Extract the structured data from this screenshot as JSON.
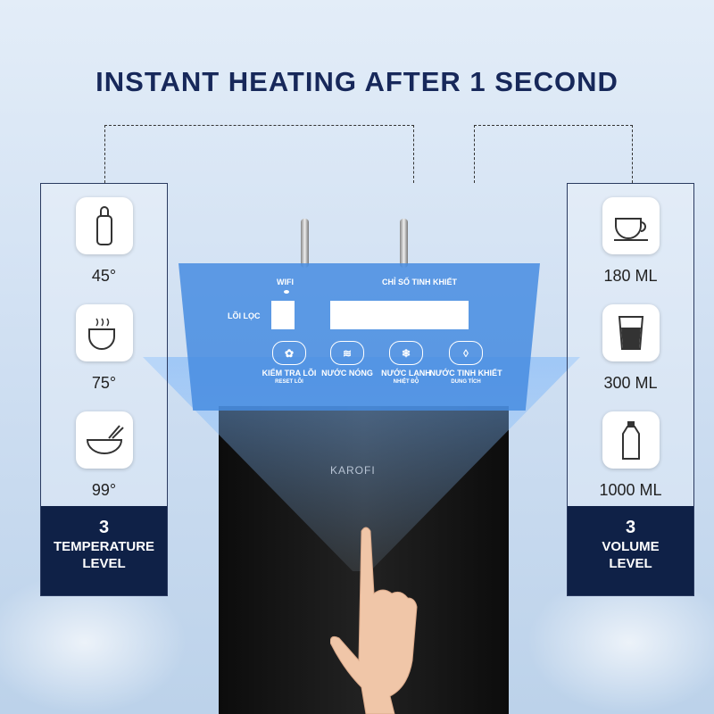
{
  "title": "INSTANT HEATING AFTER 1 SECOND",
  "left_box": {
    "items": [
      {
        "icon": "baby-bottle-icon",
        "label": "45°"
      },
      {
        "icon": "tea-cup-icon",
        "label": "75°"
      },
      {
        "icon": "noodle-bowl-icon",
        "label": "99°"
      }
    ],
    "number": "3",
    "caption_1": "TEMPERATURE",
    "caption_2": "LEVEL"
  },
  "right_box": {
    "items": [
      {
        "icon": "cup-icon",
        "label": "180 ML"
      },
      {
        "icon": "glass-icon",
        "label": "300 ML"
      },
      {
        "icon": "water-bottle-icon",
        "label": "1000 ML"
      }
    ],
    "number": "3",
    "caption_1": "VOLUME",
    "caption_2": "LEVEL"
  },
  "panel": {
    "wifi": "WIFI",
    "purity": "CHỈ SỐ TINH KHIẾT",
    "filter": "LÕI LỌC",
    "buttons": [
      {
        "label": "KIỂM TRA LÕI",
        "sub": "RESET LÕI",
        "glyph": "✿"
      },
      {
        "label": "NƯỚC NÓNG",
        "sub": "",
        "glyph": "≋"
      },
      {
        "label": "NƯỚC LẠNH",
        "sub": "NHIỆT ĐỘ",
        "glyph": "❄"
      },
      {
        "label": "NƯỚC TINH KHIẾT",
        "sub": "DUNG TÍCH",
        "glyph": "◊"
      }
    ]
  },
  "brand": "KAROFI"
}
